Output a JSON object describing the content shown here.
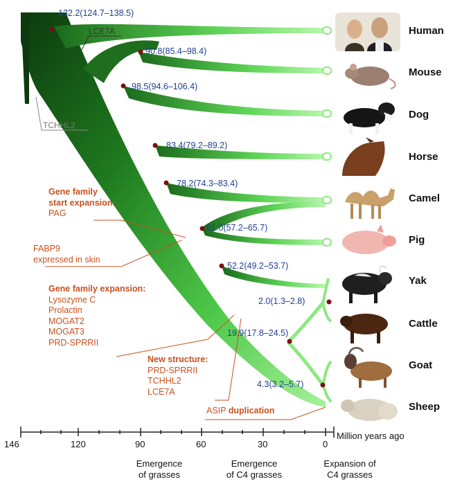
{
  "species": [
    "Human",
    "Mouse",
    "Dog",
    "Horse",
    "Camel",
    "Pig",
    "Yak",
    "Cattle",
    "Goat",
    "Sheep"
  ],
  "nodes": [
    {
      "label": "132.2(124.7–138.5)"
    },
    {
      "label": "90.8(85.4–98.4)"
    },
    {
      "label": "98.5(94.6–106.4)"
    },
    {
      "label": "83.4(79.2–89.2)"
    },
    {
      "label": "78.2(74.3–83.4)"
    },
    {
      "label": "61.0(57.2–65.7)"
    },
    {
      "label": "52.2(49.2–53.7)"
    },
    {
      "label": "2.0(1.3–2.8)"
    },
    {
      "label": "19.9(17.8–24.5)"
    },
    {
      "label": "4.3(3.2–5.7)"
    }
  ],
  "genes": {
    "lce7a": "LCE7A",
    "tchhl2": "TCHHL2"
  },
  "notes": {
    "start_title1": "Gene family",
    "start_title2": "start expansion:",
    "start_item": "PAG",
    "fabp_1": "FABP9",
    "fabp_2": "expressed in skin",
    "exp_title": "Gene family expansion:",
    "exp_items": [
      "Lysozyme C",
      "Prolactin",
      "MOGAT2",
      "MOGAT3",
      "PRD-SPRRII"
    ],
    "new_title": "New structure:",
    "new_items": [
      "PRD-SPRRII",
      "TCHHL2",
      "LCE7A"
    ],
    "asip_a": "ASIP",
    "asip_b": "duplication"
  },
  "axis": {
    "ticks": [
      "146",
      "120",
      "90",
      "60",
      "30",
      "0"
    ],
    "unit": "Million years ago",
    "captions": [
      {
        "l1": "Emergence",
        "l2": "of grasses"
      },
      {
        "l1": "Emergence",
        "l2": "of C4 grasses"
      },
      {
        "l1": "Expansion of",
        "l2": "C4 grasses"
      }
    ]
  }
}
